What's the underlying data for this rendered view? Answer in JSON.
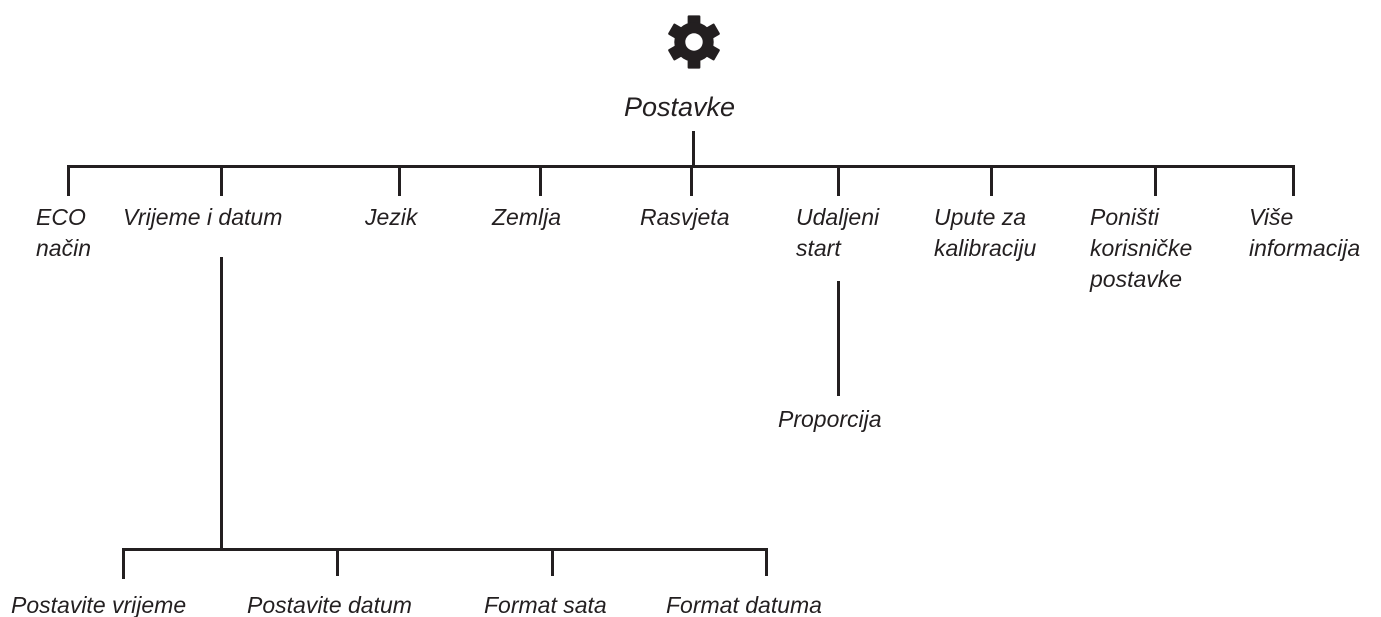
{
  "root": {
    "icon": "gear-icon",
    "label": "Postavke"
  },
  "level1": [
    {
      "line1": "ECO",
      "line2": "način",
      "line3": ""
    },
    {
      "line1": "Vrijeme i datum",
      "line2": "",
      "line3": ""
    },
    {
      "line1": "Jezik",
      "line2": "",
      "line3": ""
    },
    {
      "line1": "Zemlja",
      "line2": "",
      "line3": ""
    },
    {
      "line1": "Rasvjeta",
      "line2": "",
      "line3": ""
    },
    {
      "line1": "Udaljeni",
      "line2": "start",
      "line3": ""
    },
    {
      "line1": "Upute za",
      "line2": "kalibraciju",
      "line3": ""
    },
    {
      "line1": "Poništi",
      "line2": "korisničke",
      "line3": "postavke"
    },
    {
      "line1": "Više",
      "line2": "informacija",
      "line3": ""
    }
  ],
  "remote_start_child": {
    "label": "Proporcija"
  },
  "time_date_children": [
    {
      "label": "Postavite vrijeme"
    },
    {
      "label": "Postavite datum"
    },
    {
      "label": "Format sata"
    },
    {
      "label": "Format datuma"
    }
  ],
  "colors": {
    "line": "#231f20",
    "text": "#231f20",
    "background": "#ffffff"
  }
}
